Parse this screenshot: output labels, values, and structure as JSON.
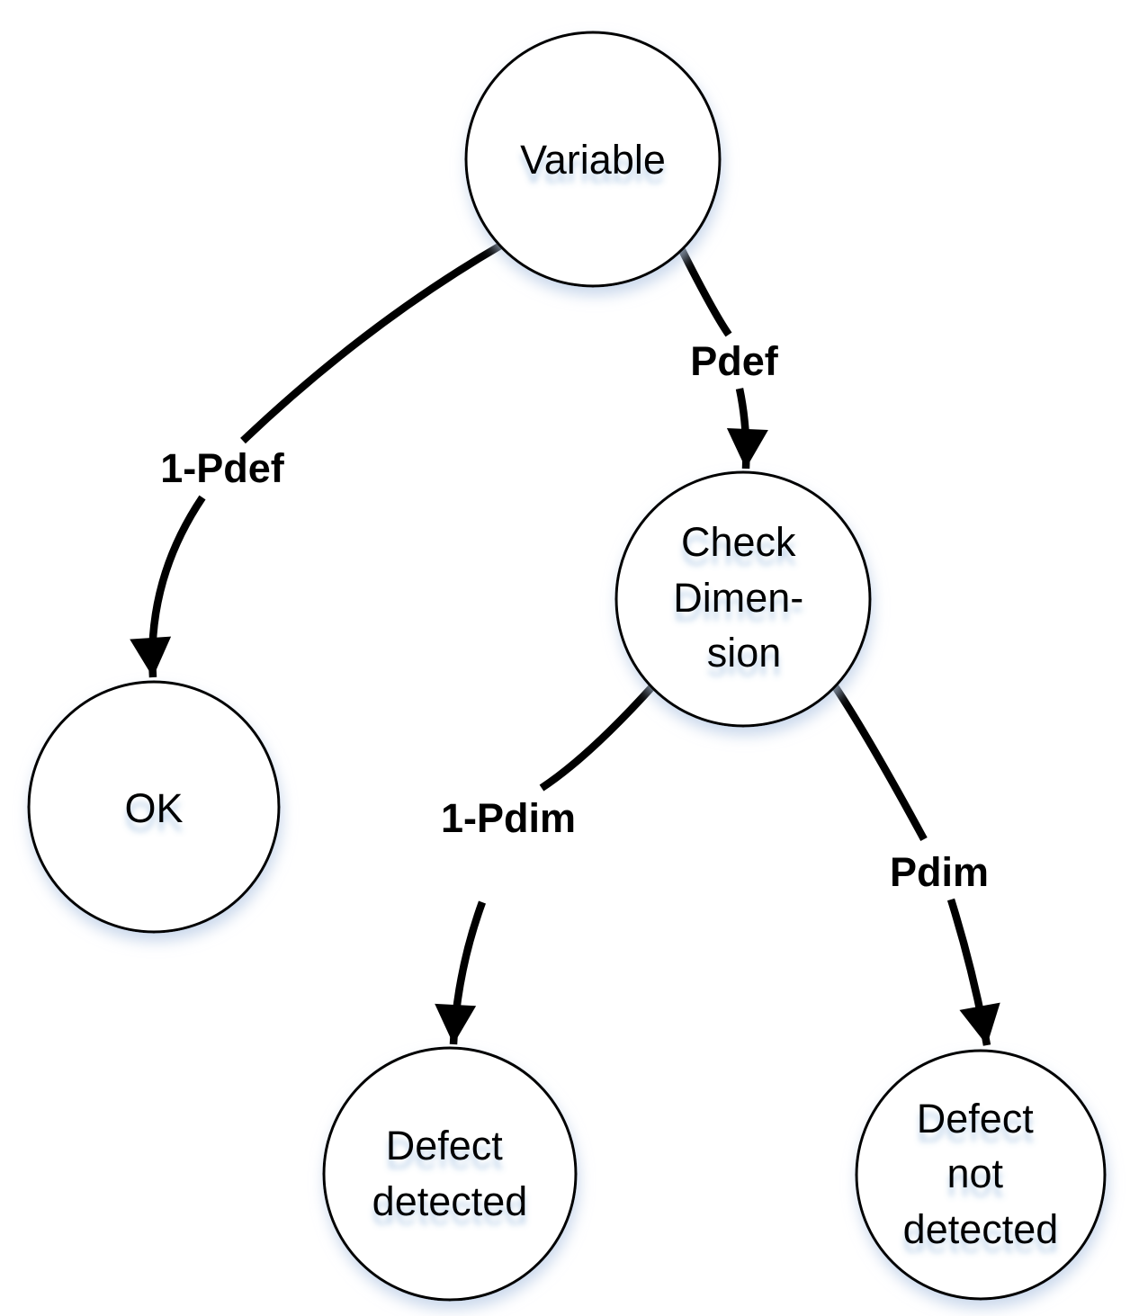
{
  "nodes": {
    "variable": {
      "lines": [
        "Variable"
      ]
    },
    "check_dimension": {
      "lines": [
        "Check",
        "Dimen-",
        "sion"
      ]
    },
    "ok": {
      "lines": [
        "OK"
      ]
    },
    "defect_detected": {
      "lines": [
        "Defect",
        "detected"
      ]
    },
    "defect_not_detected": {
      "lines": [
        "Defect",
        "not",
        "detected"
      ]
    }
  },
  "edge_labels": {
    "variable_to_ok": "1-Pdef",
    "variable_to_check_dimension": "Pdef",
    "check_dimension_to_defect_detected": "1-Pdim",
    "check_dimension_to_defect_not_detected": "Pdim"
  },
  "colors": {
    "background": "#ffffff",
    "node_fill": "#ffffff",
    "node_stroke": "#000000",
    "edge_stroke": "#000000",
    "text": "#000000",
    "glow": "#c9d8ec"
  }
}
